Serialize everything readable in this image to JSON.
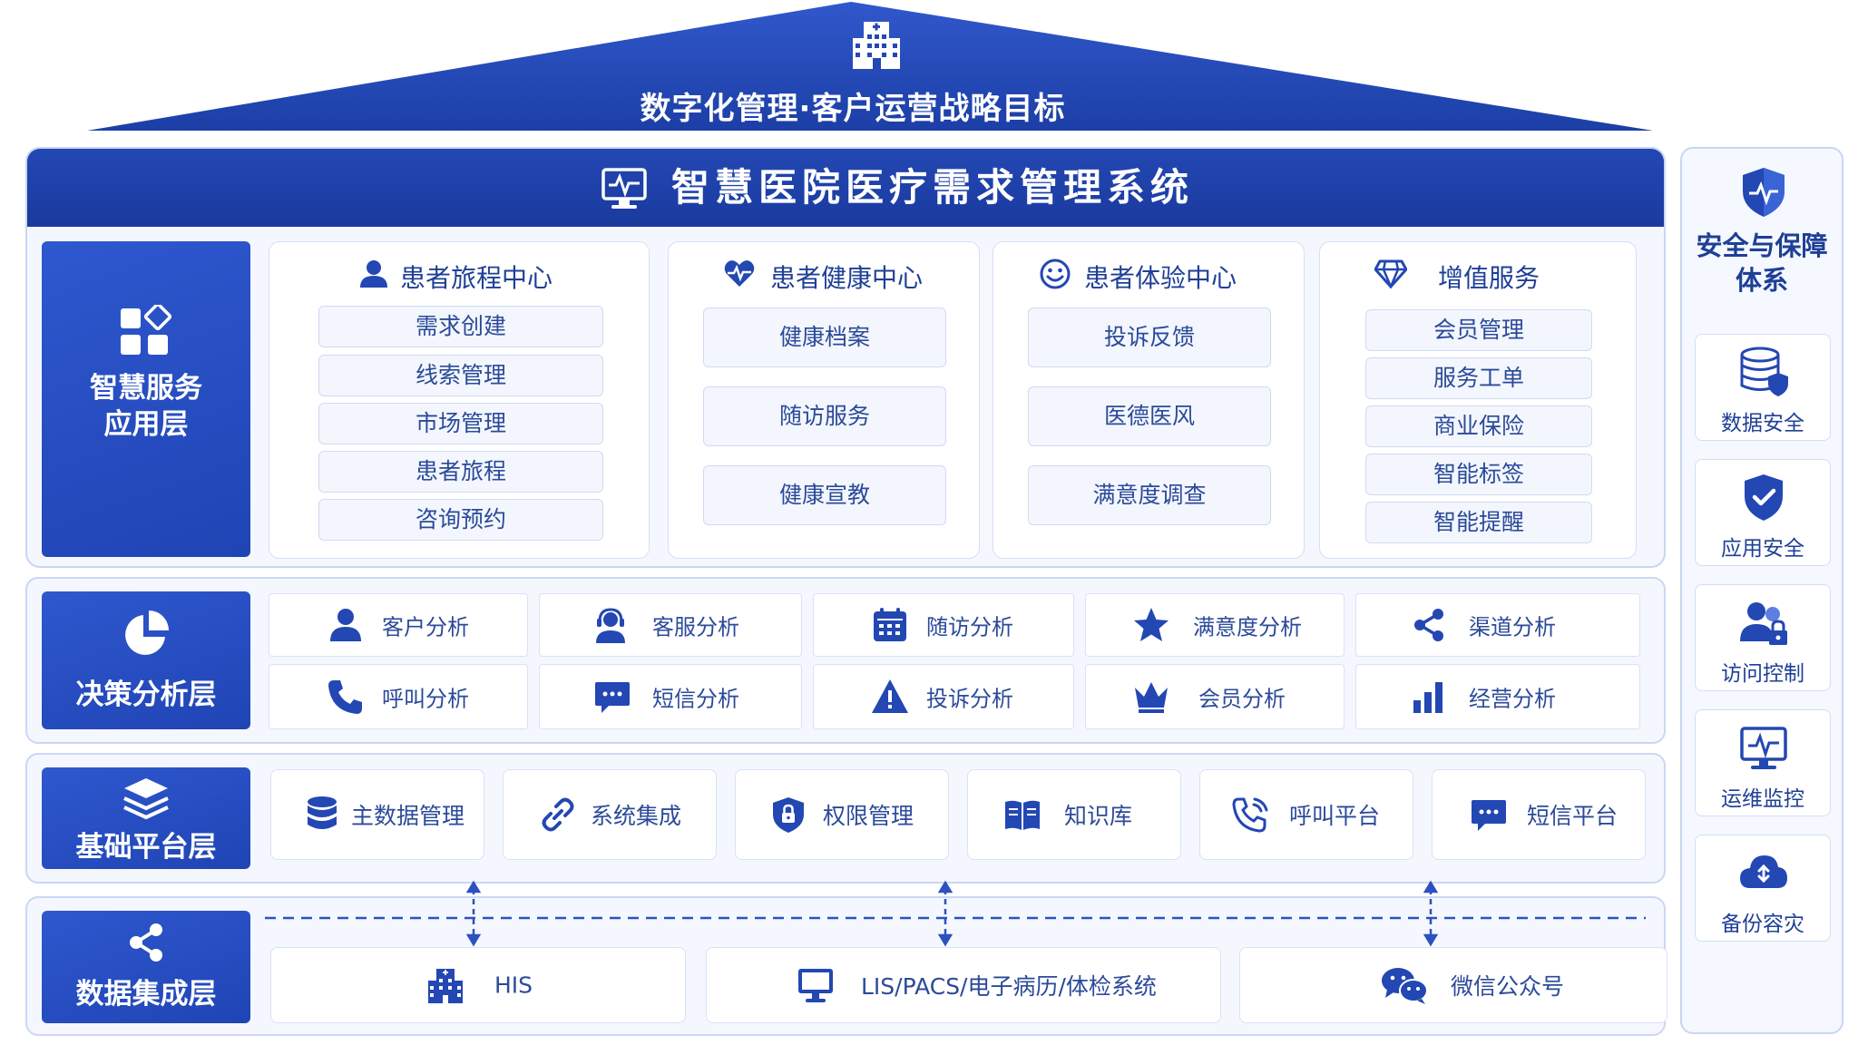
{
  "strategy": {
    "title": "数字化管理·客户运营战略目标"
  },
  "system": {
    "title": "智慧医院医疗需求管理系统"
  },
  "layers": {
    "app": {
      "label_line1": "智慧服务",
      "label_line2": "应用层",
      "groups": [
        {
          "title": "患者旅程中心",
          "items": [
            "需求创建",
            "线索管理",
            "市场管理",
            "患者旅程",
            "咨询预约"
          ]
        },
        {
          "title": "患者健康中心",
          "items": [
            "健康档案",
            "随访服务",
            "健康宣教"
          ]
        },
        {
          "title": "患者体验中心",
          "items": [
            "投诉反馈",
            "医德医风",
            "满意度调查"
          ]
        },
        {
          "title": "增值服务",
          "items": [
            "会员管理",
            "服务工单",
            "商业保险",
            "智能标签",
            "智能提醒"
          ]
        }
      ]
    },
    "decision": {
      "label": "决策分析层",
      "items": [
        "客户分析",
        "客服分析",
        "随访分析",
        "满意度分析",
        "渠道分析",
        "呼叫分析",
        "短信分析",
        "投诉分析",
        "会员分析",
        "经营分析"
      ]
    },
    "platform": {
      "label": "基础平台层",
      "items": [
        "主数据管理",
        "系统集成",
        "权限管理",
        "知识库",
        "呼叫平台",
        "短信平台"
      ]
    },
    "integration": {
      "label": "数据集成层",
      "items": [
        "HIS",
        "LIS/PACS/电子病历/体检系统",
        "微信公众号"
      ]
    }
  },
  "security": {
    "title_line1": "安全与保障",
    "title_line2": "体系",
    "items": [
      "数据安全",
      "应用安全",
      "访问控制",
      "运维监控",
      "备份容灾"
    ]
  },
  "colors": {
    "primary": "#1f44b4",
    "header": "#1a3a9e",
    "card_border": "#d5e0f5",
    "text": "#1e3f95"
  }
}
